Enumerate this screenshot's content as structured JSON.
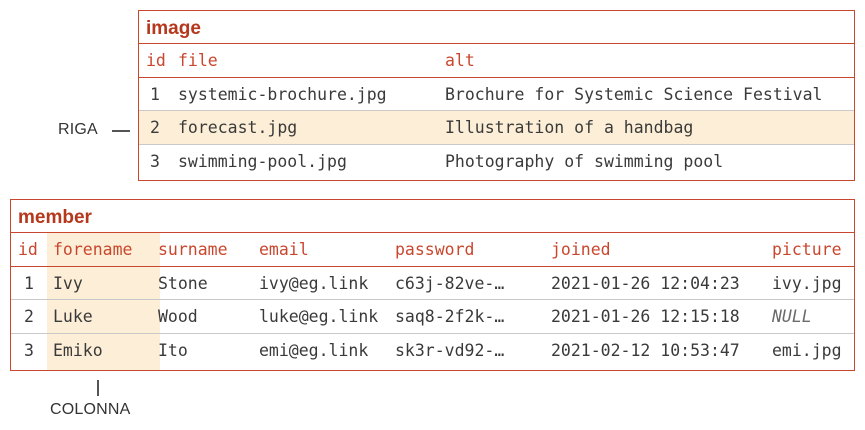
{
  "image_table": {
    "title": "image",
    "headers": {
      "id": "id",
      "file": "file",
      "alt": "alt"
    },
    "rows": [
      {
        "id": "1",
        "file": "systemic-brochure.jpg",
        "alt": "Brochure for Systemic Science Festival"
      },
      {
        "id": "2",
        "file": "forecast.jpg",
        "alt": "Illustration of a handbag"
      },
      {
        "id": "3",
        "file": "swimming-pool.jpg",
        "alt": "Photography of swimming pool"
      }
    ],
    "highlighted_row": 2
  },
  "member_table": {
    "title": "member",
    "headers": {
      "id": "id",
      "forename": "forename",
      "surname": "surname",
      "email": "email",
      "password": "password",
      "joined": "joined",
      "picture": "picture"
    },
    "rows": [
      {
        "id": "1",
        "forename": "Ivy",
        "surname": "Stone",
        "email": "ivy@eg.link",
        "password": "c63j-82ve-…",
        "joined": "2021-01-26 12:04:23",
        "picture": "ivy.jpg"
      },
      {
        "id": "2",
        "forename": "Luke",
        "surname": "Wood",
        "email": "luke@eg.link",
        "password": "saq8-2f2k-…",
        "joined": "2021-01-26 12:15:18",
        "picture": "NULL"
      },
      {
        "id": "3",
        "forename": "Emiko",
        "surname": "Ito",
        "email": "emi@eg.link",
        "password": "sk3r-vd92-…",
        "joined": "2021-02-12 10:53:47",
        "picture": "emi.jpg"
      }
    ],
    "highlighted_column": "forename"
  },
  "annotations": {
    "row_label": "RIGA",
    "column_label": "COLONNA"
  },
  "colors": {
    "accent": "#c9472e",
    "title": "#b5371c",
    "highlight": "#fdefd7",
    "text": "#3a3a3a"
  }
}
